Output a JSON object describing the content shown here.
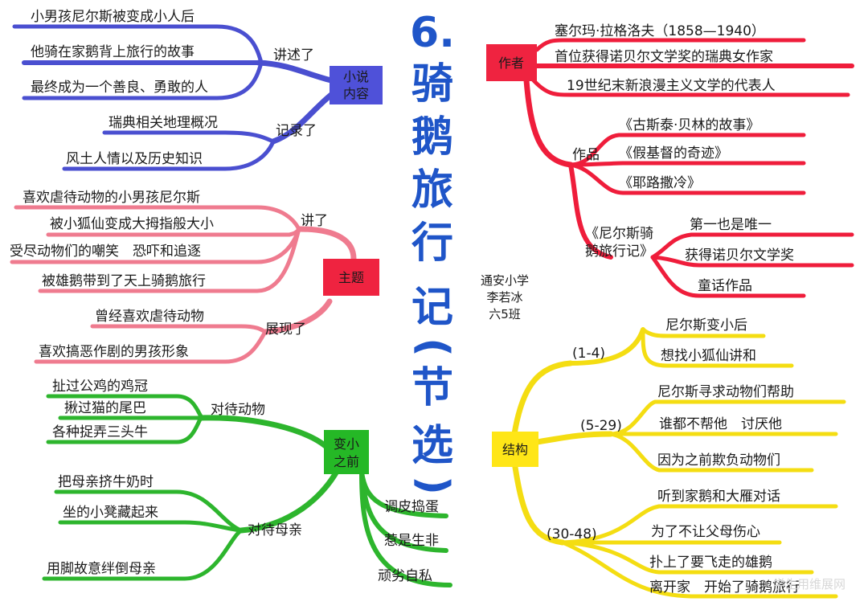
{
  "title": {
    "chars": [
      "6.",
      "骑",
      "鹅",
      "旅",
      "行",
      "记",
      "(",
      "节",
      "选",
      ")"
    ]
  },
  "author_note": [
    "通安小学",
    "李若冰",
    "六5班"
  ],
  "colors": {
    "blue": "#4a4fd0",
    "pink": "#ef7b8f",
    "green": "#2db52d",
    "red": "#ef1d3b",
    "yellow": "#f4dd12",
    "title": "#1f55c8",
    "box_blue": "#4f51d9",
    "box_red": "#ef2340",
    "box_green": "#25b826",
    "box_yellow": "#ffe617"
  },
  "blue_branch": {
    "node": [
      "小说",
      "内容"
    ],
    "groups": [
      {
        "label": "讲述了",
        "items": [
          "小男孩尼尔斯被变成小人后",
          "他骑在家鹅背上旅行的故事",
          "最终成为一个善良、勇敢的人"
        ]
      },
      {
        "label": "记录了",
        "items": [
          "瑞典相关地理概况",
          "风土人情以及历史知识"
        ]
      }
    ]
  },
  "pink_branch": {
    "node": "主题",
    "groups": [
      {
        "label": "讲了",
        "items": [
          "喜欢虐待动物的小男孩尼尔斯",
          "被小狐仙变成大拇指般大小",
          "受尽动物们的嘲笑　恐吓和追逐",
          "被雄鹅带到了天上骑鹅旅行"
        ]
      },
      {
        "label": "展现了",
        "items": [
          "曾经喜欢虐待动物",
          "喜欢搞恶作剧的男孩形象"
        ]
      }
    ]
  },
  "green_branch": {
    "node": [
      "变小",
      "之前"
    ],
    "groups": [
      {
        "label": "对待动物",
        "items": [
          "扯过公鸡的鸡冠",
          "揪过猫的尾巴",
          "各种捉弄三头牛"
        ]
      },
      {
        "label": "对待母亲",
        "items": [
          "把母亲挤牛奶时",
          "坐的小凳藏起来",
          "用脚故意绊倒母亲"
        ]
      }
    ],
    "direct": [
      "调皮捣蛋",
      "惹是生非",
      "顽劣自私"
    ]
  },
  "red_branch": {
    "node": "作者",
    "items": [
      "塞尔玛·拉格洛夫（1858—1940）",
      "首位获得诺贝尔文学奖的瑞典女作家",
      "19世纪末新浪漫主义文学的代表人"
    ],
    "works_label": "作品",
    "works": [
      "《古斯泰·贝林的故事》",
      "《假基督的奇迹》",
      "《耶路撒冷》"
    ],
    "nils_label": [
      "《尼尔斯骑",
      "鹅旅行记》"
    ],
    "nils_items": [
      "第一也是唯一",
      "获得诺贝尔文学奖",
      "童话作品"
    ]
  },
  "yellow_branch": {
    "node": "结构",
    "sections": [
      {
        "label": "(1-4)",
        "items": [
          "尼尔斯变小后",
          "想找小狐仙讲和"
        ]
      },
      {
        "label": "(5-29)",
        "items": [
          "尼尔斯寻求动物们帮助",
          "谁都不帮他　讨厌他",
          "因为之前欺负动物们"
        ]
      },
      {
        "label": "(30-48)",
        "items": [
          "听到家鹅和大雁对话",
          "为了不让父母伤心",
          "扑上了要飞走的雄鹅",
          "离开家　开始了骑鹅旅行"
        ]
      }
    ]
  },
  "watermark": "学生用维展网"
}
